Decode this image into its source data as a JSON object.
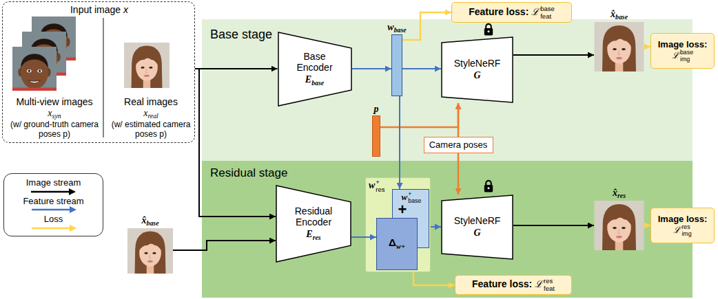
{
  "diagram": {
    "nodes": [
      {
        "text": [
          "Input image",
          "x",
          "Multi-view images",
          "x",
          "syn",
          "(w/ ground-truth camera poses p)",
          "Real images",
          "x",
          "real",
          "(w/ estimated camera poses p)"
        ]
      },
      {
        "text": [
          "Base stage"
        ]
      },
      {
        "text": [
          "Base Encoder",
          "E",
          "base"
        ],
        "in": 1
      },
      {
        "text": [
          "w",
          "base"
        ],
        "in": 1
      },
      {
        "text": [
          "Feature loss:",
          "ℒ",
          "base",
          "feat"
        ]
      },
      {
        "text": [
          "StyleNeRF",
          "G"
        ],
        "in": 1
      },
      {
        "text": [
          "p"
        ],
        "in": 1
      },
      {
        "text": [
          "Camera poses"
        ],
        "in": 1
      },
      {
        "text": [
          "x̂",
          "base"
        ],
        "in": 1
      },
      {
        "text": [
          "Image loss:",
          "ℒ",
          "base",
          "img"
        ]
      },
      {
        "text": [
          "Residual stage"
        ]
      },
      {
        "text": [
          "Residual Encoder",
          "E",
          "res"
        ],
        "in": 10
      },
      {
        "text": [
          "w",
          "+",
          "res"
        ],
        "in": 10
      },
      {
        "text": [
          "w",
          "+",
          "base"
        ],
        "in": 12
      },
      {
        "text": [
          "Δ",
          "w+"
        ],
        "in": 12
      },
      {
        "text": [
          "StyleNeRF",
          "G"
        ],
        "in": 10
      },
      {
        "text": [
          "Feature loss:",
          "ℒ",
          "res",
          "feat"
        ],
        "in": 10
      },
      {
        "text": [
          "x̂",
          "base"
        ]
      },
      {
        "text": [
          "x̂",
          "res"
        ],
        "in": 10
      },
      {
        "text": [
          "Image loss:",
          "ℒ",
          "res",
          "img"
        ]
      }
    ],
    "edges": [
      {
        "from": 0,
        "to": 2,
        "arrow": "to"
      },
      {
        "from": 0,
        "to": 11,
        "arrow": "to"
      },
      {
        "from": 2,
        "to": 3,
        "arrow": "to"
      },
      {
        "from": 3,
        "to": 5,
        "arrow": "to"
      },
      {
        "from": 3,
        "to": 4,
        "arrow": "to"
      },
      {
        "from": 5,
        "to": 8,
        "arrow": "to"
      },
      {
        "from": 8,
        "to": 9,
        "arrow": "to"
      },
      {
        "from": 6,
        "to": 5,
        "arrow": "to"
      },
      {
        "from": 7,
        "to": 5,
        "arrow": "to"
      },
      {
        "from": 7,
        "to": 15,
        "arrow": "to"
      },
      {
        "from": 3,
        "to": 13,
        "arrow": "to"
      },
      {
        "from": 17,
        "to": 11,
        "arrow": "to"
      },
      {
        "from": 11,
        "to": 14,
        "arrow": "to"
      },
      {
        "from": 12,
        "to": 15,
        "arrow": "to"
      },
      {
        "from": 12,
        "to": 16,
        "arrow": "to"
      },
      {
        "from": 15,
        "to": 18,
        "arrow": "to"
      },
      {
        "from": 18,
        "to": 19,
        "arrow": "to"
      }
    ],
    "labels": [
      "+"
    ],
    "legend": [
      {
        "text": "Image stream"
      },
      {
        "text": "Feature stream"
      },
      {
        "text": "Loss"
      }
    ]
  }
}
